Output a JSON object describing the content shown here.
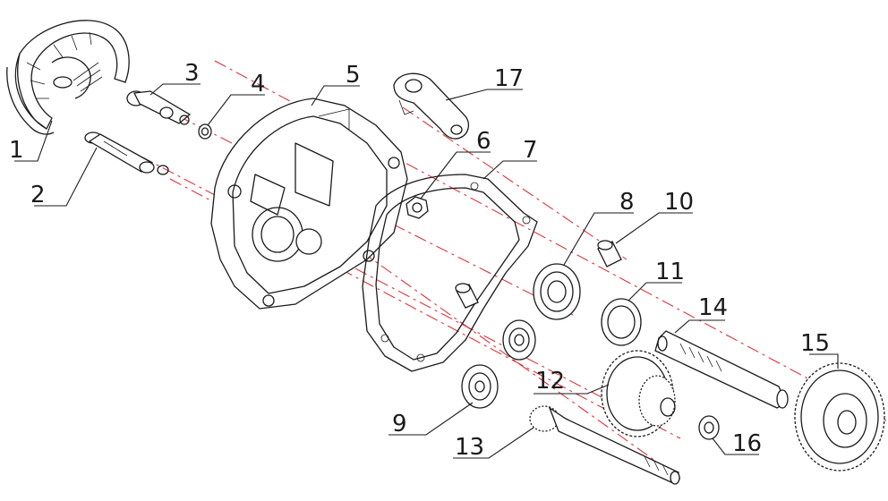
{
  "colors": {
    "line": "#1a1a1a",
    "axis": "#e0202a",
    "background": "#ffffff"
  },
  "callouts": [
    {
      "id": "1",
      "label": "1",
      "part": "brake-shoe"
    },
    {
      "id": "2",
      "label": "2",
      "part": "brake-cam-shaft"
    },
    {
      "id": "3",
      "label": "3",
      "part": "pivot-pin"
    },
    {
      "id": "4",
      "label": "4",
      "part": "washer"
    },
    {
      "id": "5",
      "label": "5",
      "part": "transmission-case"
    },
    {
      "id": "6",
      "label": "6",
      "part": "nut"
    },
    {
      "id": "7",
      "label": "7",
      "part": "gasket"
    },
    {
      "id": "8",
      "label": "8",
      "part": "ball-bearing"
    },
    {
      "id": "9",
      "label": "9",
      "part": "ball-bearing"
    },
    {
      "id": "10",
      "label": "10",
      "part": "dowel-pin"
    },
    {
      "id": "11",
      "label": "11",
      "part": "oil-seal"
    },
    {
      "id": "12",
      "label": "12",
      "part": "intermediate-gear"
    },
    {
      "id": "13",
      "label": "13",
      "part": "drive-shaft"
    },
    {
      "id": "14",
      "label": "14",
      "part": "final-shaft"
    },
    {
      "id": "15",
      "label": "15",
      "part": "final-gear"
    },
    {
      "id": "16",
      "label": "16",
      "part": "thrust-washer"
    },
    {
      "id": "17",
      "label": "17",
      "part": "brake-arm"
    }
  ]
}
